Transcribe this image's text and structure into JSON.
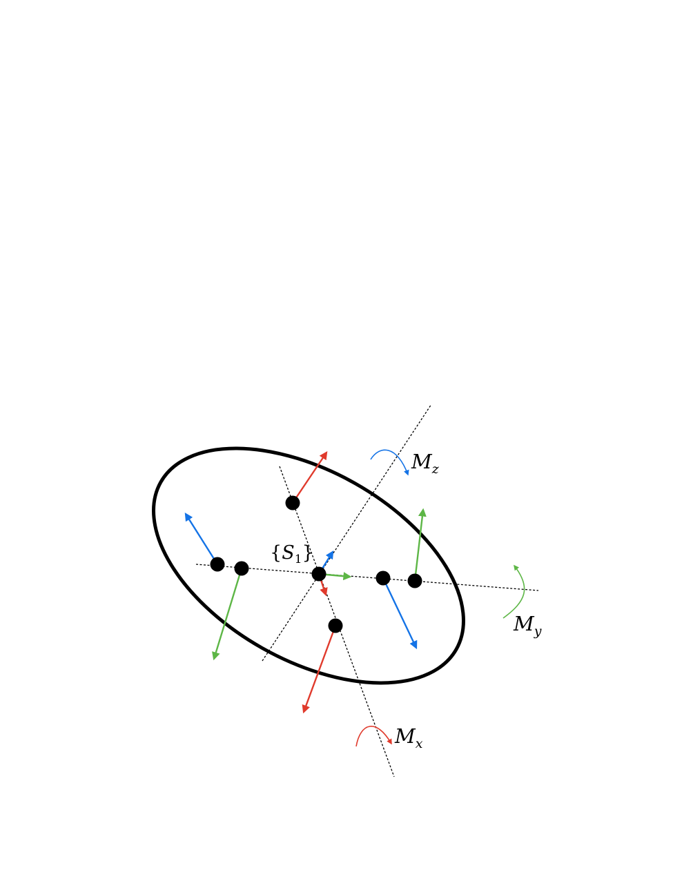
{
  "labels": {
    "frame": {
      "open": "{",
      "base": "S",
      "sub": "1",
      "close": "}"
    },
    "moment_z": {
      "base": "M",
      "sub": "z"
    },
    "moment_y": {
      "base": "M",
      "sub": "y"
    },
    "moment_x": {
      "base": "M",
      "sub": "x"
    }
  },
  "colors": {
    "outline": "#000000",
    "red": "#e03a2c",
    "green": "#5db646",
    "blue": "#1473e6"
  }
}
